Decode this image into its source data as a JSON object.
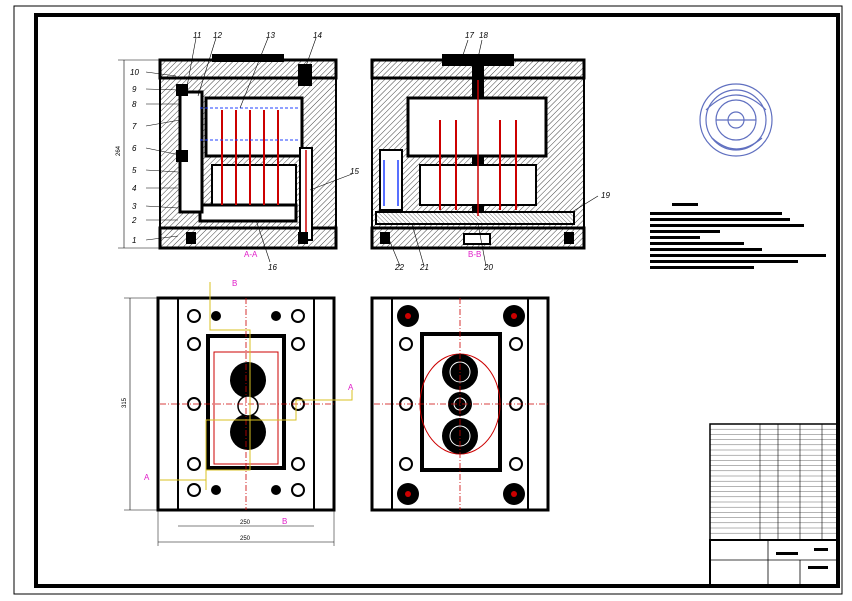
{
  "drawing": {
    "part_labels": [
      "1",
      "2",
      "3",
      "4",
      "5",
      "6",
      "7",
      "8",
      "9",
      "10",
      "11",
      "12",
      "13",
      "14",
      "15",
      "16",
      "17",
      "18",
      "19",
      "20",
      "21",
      "22"
    ],
    "section_aa": "A-A",
    "section_bb": "B-B",
    "section_marks": [
      "A",
      "A",
      "B",
      "B"
    ],
    "dimensions": {
      "left_height": "264",
      "plan_height": "315",
      "plan_width_inner": "250",
      "plan_width_outer": "250"
    }
  },
  "colors": {
    "steel": "#000000",
    "hatch": "#333333",
    "section_line": "#e01cc8",
    "cavity": "#cc0000",
    "cooling": "#2040ff",
    "frame": "#000000"
  }
}
